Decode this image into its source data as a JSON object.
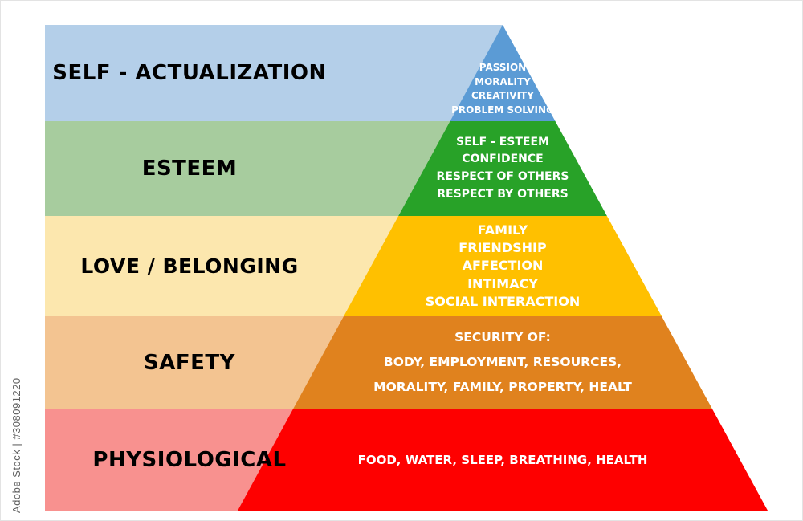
{
  "watermark": "Adobe Stock | #308091220",
  "pyramid": {
    "levels": [
      {
        "label": "SELF - ACTUALIZATION",
        "band_color": "#b4cfe9",
        "pyramid_color": "#5b9bd5",
        "items": [
          "PASSION",
          "MORALITY",
          "CREATIVITY",
          "PROBLEM SOLVING"
        ]
      },
      {
        "label": "ESTEEM",
        "band_color": "#a7cc9e",
        "pyramid_color": "#28a228",
        "items": [
          "SELF - ESTEEM",
          "CONFIDENCE",
          "RESPECT OF OTHERS",
          "RESPECT BY OTHERS"
        ]
      },
      {
        "label": "LOVE / BELONGING",
        "band_color": "#fce7ae",
        "pyramid_color": "#ffc000",
        "items": [
          "FAMILY",
          "FRIENDSHIP",
          "AFFECTION",
          "INTIMACY",
          "SOCIAL INTERACTION"
        ]
      },
      {
        "label": "SAFETY",
        "band_color": "#f3c491",
        "pyramid_color": "#e0821e",
        "items": [
          "SECURITY OF:",
          "BODY, EMPLOYMENT, RESOURCES,",
          "MORALITY, FAMILY, PROPERTY, HEALT"
        ]
      },
      {
        "label": "PHYSIOLOGICAL",
        "band_color": "#f8918f",
        "pyramid_color": "#fe0000",
        "items": [
          "FOOD, WATER, SLEEP, BREATHING, HEALTH"
        ]
      }
    ]
  }
}
